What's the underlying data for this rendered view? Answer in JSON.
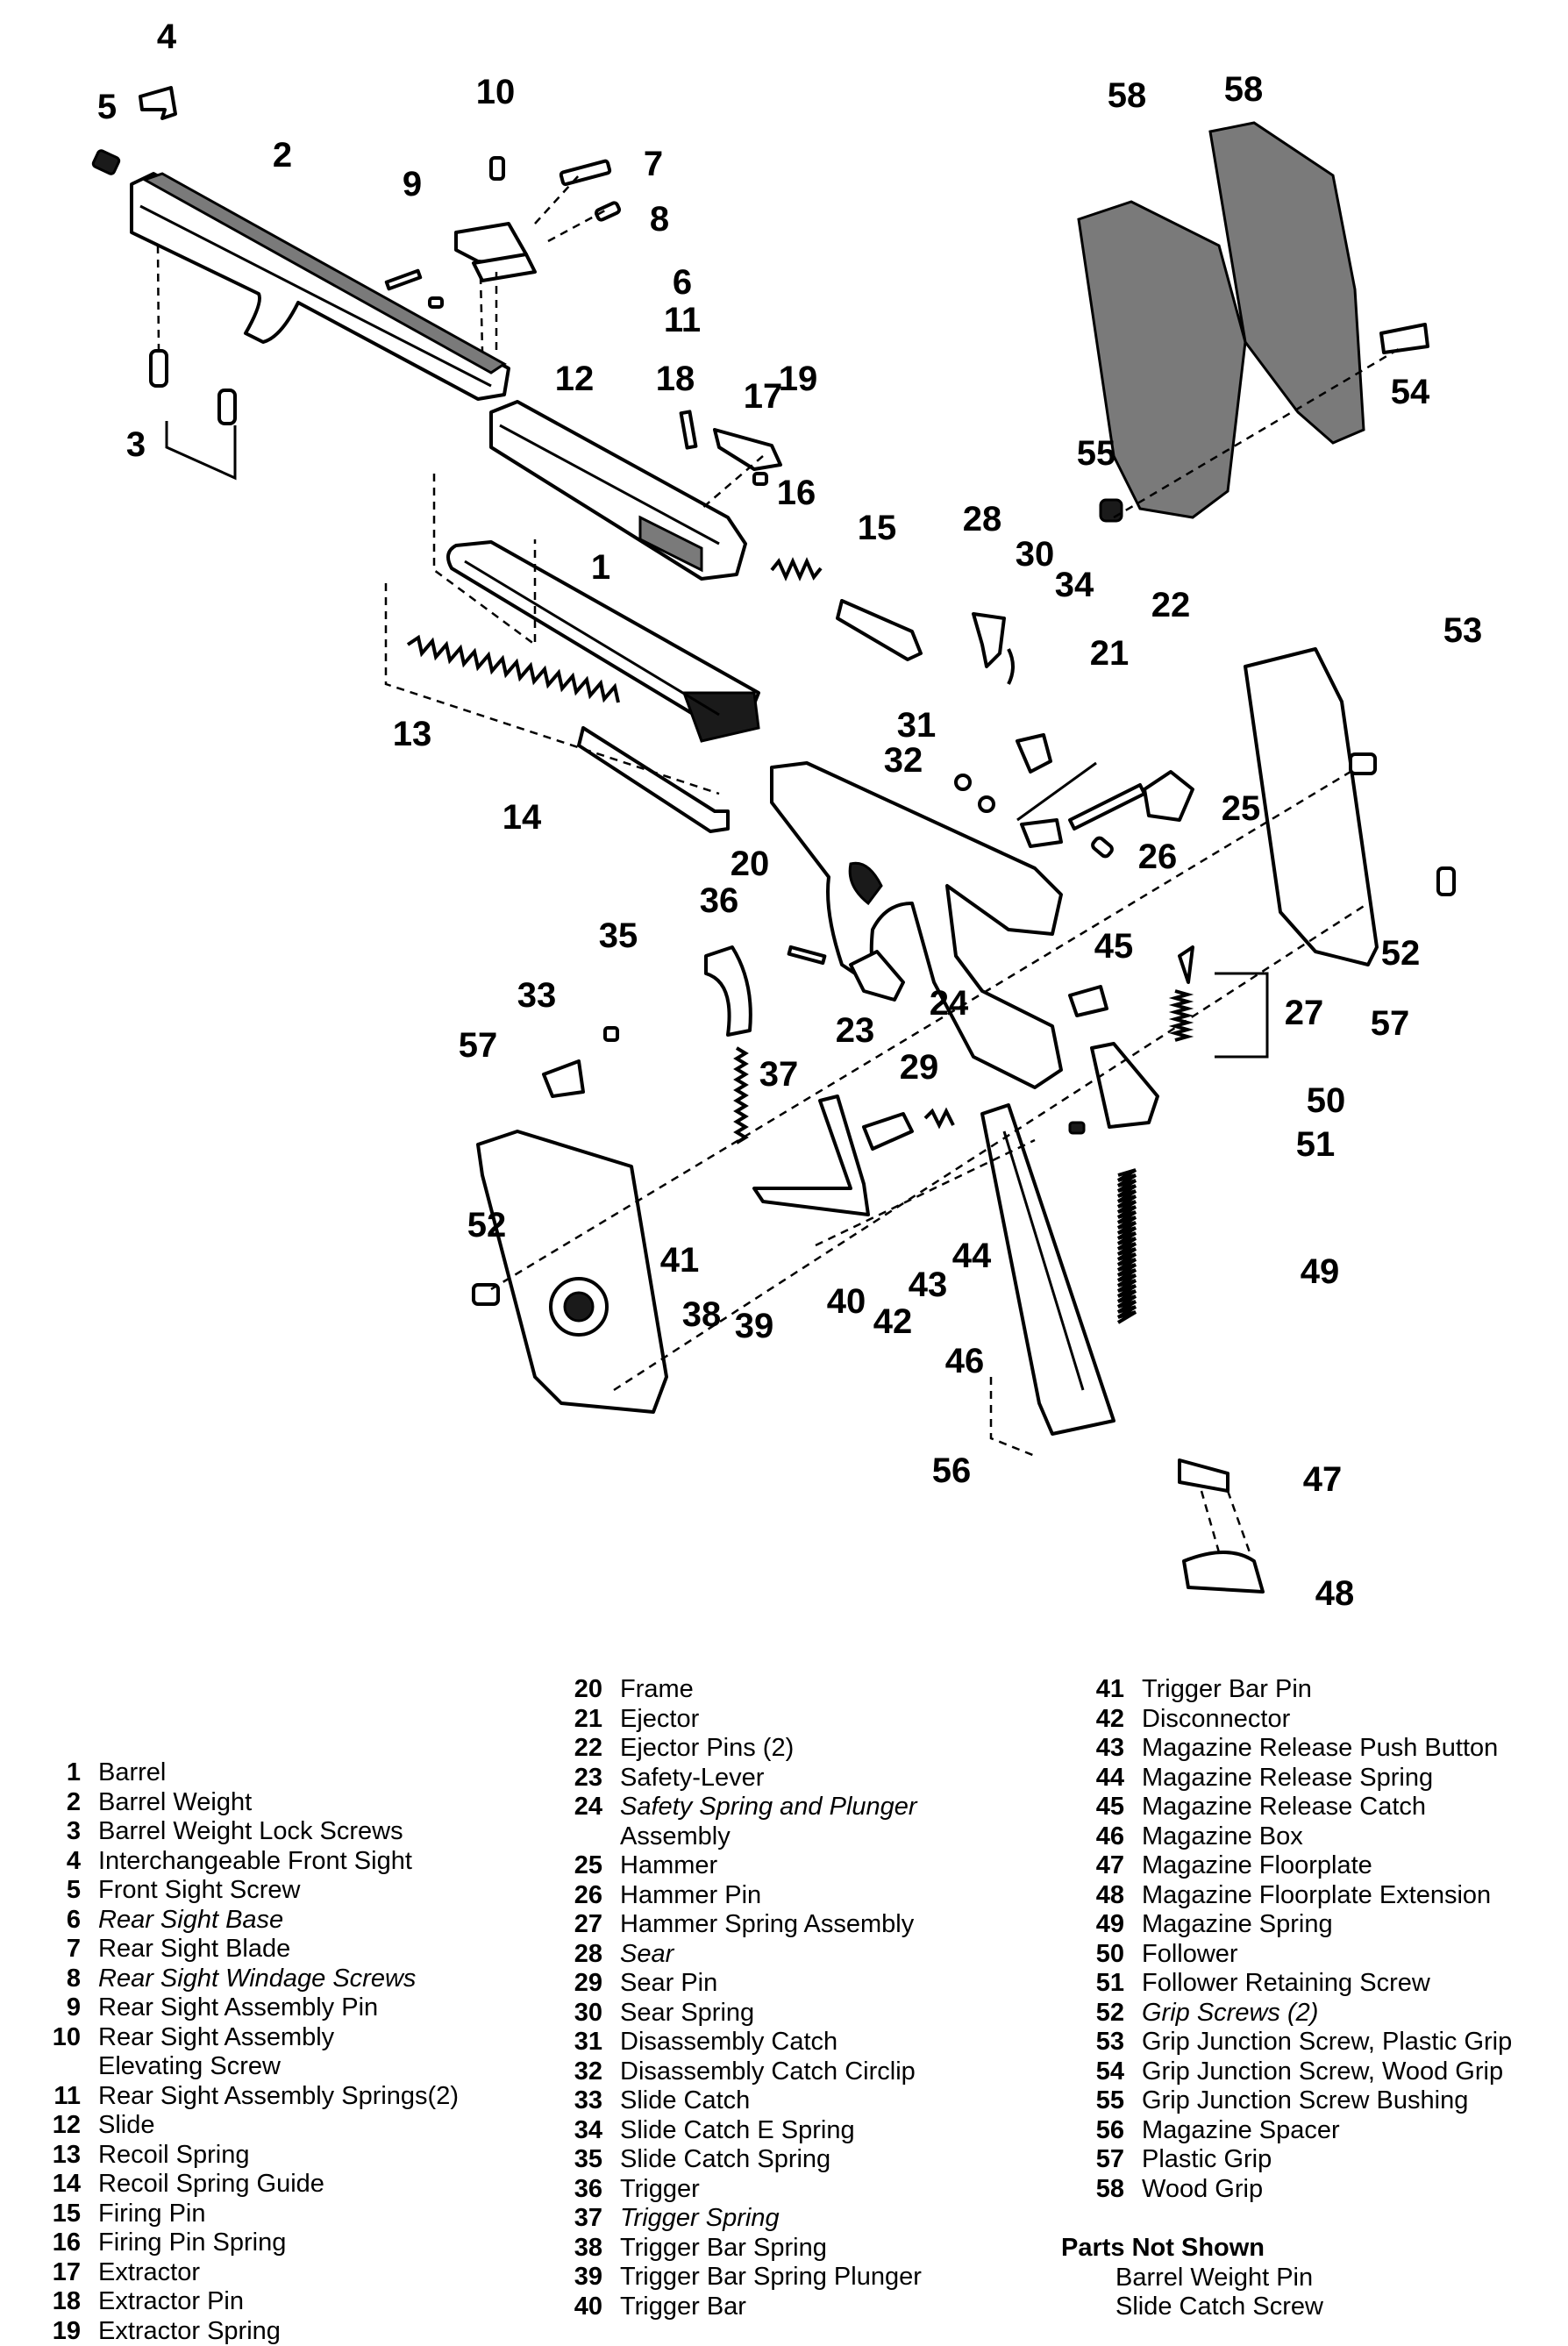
{
  "callouts": [
    "1",
    "2",
    "3",
    "4",
    "5",
    "6",
    "7",
    "8",
    "9",
    "10",
    "11",
    "12",
    "13",
    "14",
    "15",
    "16",
    "17",
    "18",
    "19",
    "20",
    "21",
    "22",
    "23",
    "24",
    "25",
    "26",
    "27",
    "28",
    "29",
    "30",
    "31",
    "32",
    "33",
    "34",
    "35",
    "36",
    "37",
    "38",
    "39",
    "40",
    "41",
    "42",
    "43",
    "44",
    "45",
    "46",
    "47",
    "48",
    "49",
    "50",
    "51",
    "52",
    "52",
    "53",
    "54",
    "55",
    "56",
    "57",
    "57",
    "58",
    "58"
  ],
  "legend": {
    "col1": [
      {
        "num": "1",
        "label": "Barrel",
        "italic": false
      },
      {
        "num": "2",
        "label": "Barrel Weight",
        "italic": false
      },
      {
        "num": "3",
        "label": "Barrel Weight Lock Screws",
        "italic": false
      },
      {
        "num": "4",
        "label": "Interchangeable Front Sight",
        "italic": false
      },
      {
        "num": "5",
        "label": "Front Sight Screw",
        "italic": false
      },
      {
        "num": "6",
        "label": "Rear Sight Base",
        "italic": true
      },
      {
        "num": "7",
        "label": "Rear Sight Blade",
        "italic": false
      },
      {
        "num": "8",
        "label": "Rear Sight Windage Screws",
        "italic": true
      },
      {
        "num": "9",
        "label": "Rear Sight Assembly Pin",
        "italic": false
      },
      {
        "num": "10",
        "label": "Rear Sight Assembly",
        "cont": "Elevating Screw",
        "italic": false
      },
      {
        "num": "11",
        "label": "Rear Sight Assembly Springs(2)",
        "italic": false
      },
      {
        "num": "12",
        "label": "Slide",
        "italic": false
      },
      {
        "num": "13",
        "label": "Recoil Spring",
        "italic": false
      },
      {
        "num": "14",
        "label": "Recoil Spring Guide",
        "italic": false
      },
      {
        "num": "15",
        "label": "Firing Pin",
        "italic": false
      },
      {
        "num": "16",
        "label": "Firing Pin Spring",
        "italic": false
      },
      {
        "num": "17",
        "label": "Extractor",
        "italic": false
      },
      {
        "num": "18",
        "label": "Extractor Pin",
        "italic": false
      },
      {
        "num": "19",
        "label": "Extractor Spring",
        "italic": false
      }
    ],
    "col2": [
      {
        "num": "20",
        "label": "Frame",
        "italic": false
      },
      {
        "num": "21",
        "label": "Ejector",
        "italic": false
      },
      {
        "num": "22",
        "label": "Ejector Pins (2)",
        "italic": false
      },
      {
        "num": "23",
        "label": "Safety-Lever",
        "italic": false
      },
      {
        "num": "24",
        "label": "Safety Spring and Plunger",
        "cont": "Assembly",
        "italic": true
      },
      {
        "num": "25",
        "label": "Hammer",
        "italic": false
      },
      {
        "num": "26",
        "label": "Hammer Pin",
        "italic": false
      },
      {
        "num": "27",
        "label": "Hammer Spring Assembly",
        "italic": false
      },
      {
        "num": "28",
        "label": "Sear",
        "italic": true
      },
      {
        "num": "29",
        "label": "Sear Pin",
        "italic": false
      },
      {
        "num": "30",
        "label": "Sear Spring",
        "italic": false
      },
      {
        "num": "31",
        "label": "Disassembly Catch",
        "italic": false
      },
      {
        "num": "32",
        "label": "Disassembly Catch Circlip",
        "italic": false
      },
      {
        "num": "33",
        "label": "Slide Catch",
        "italic": false
      },
      {
        "num": "34",
        "label": "Slide Catch E Spring",
        "italic": false
      },
      {
        "num": "35",
        "label": "Slide Catch Spring",
        "italic": false
      },
      {
        "num": "36",
        "label": "Trigger",
        "italic": false
      },
      {
        "num": "37",
        "label": "Trigger Spring",
        "italic": true
      },
      {
        "num": "38",
        "label": "Trigger Bar Spring",
        "italic": false
      },
      {
        "num": "39",
        "label": "Trigger Bar Spring Plunger",
        "italic": false
      },
      {
        "num": "40",
        "label": "Trigger Bar",
        "italic": false
      }
    ],
    "col3": [
      {
        "num": "41",
        "label": "Trigger Bar Pin",
        "italic": false
      },
      {
        "num": "42",
        "label": "Disconnector",
        "italic": false
      },
      {
        "num": "43",
        "label": "Magazine Release Push Button",
        "italic": false
      },
      {
        "num": "44",
        "label": "Magazine Release Spring",
        "italic": false
      },
      {
        "num": "45",
        "label": "Magazine Release Catch",
        "italic": false
      },
      {
        "num": "46",
        "label": "Magazine Box",
        "italic": false
      },
      {
        "num": "47",
        "label": "Magazine Floorplate",
        "italic": false
      },
      {
        "num": "48",
        "label": "Magazine Floorplate Extension",
        "italic": false
      },
      {
        "num": "49",
        "label": "Magazine Spring",
        "italic": false
      },
      {
        "num": "50",
        "label": "Follower",
        "italic": false
      },
      {
        "num": "51",
        "label": "Follower Retaining Screw",
        "italic": false
      },
      {
        "num": "52",
        "label": "Grip Screws (2)",
        "italic": true
      },
      {
        "num": "53",
        "label": "Grip Junction Screw, Plastic Grip",
        "italic": false
      },
      {
        "num": "54",
        "label": "Grip Junction Screw, Wood Grip",
        "italic": false
      },
      {
        "num": "55",
        "label": "Grip Junction Screw Bushing",
        "italic": false
      },
      {
        "num": "56",
        "label": "Magazine Spacer",
        "italic": false
      },
      {
        "num": "57",
        "label": "Plastic Grip",
        "italic": false
      },
      {
        "num": "58",
        "label": "Wood Grip",
        "italic": false
      }
    ],
    "not_shown_header": "Parts Not Shown",
    "not_shown": [
      "Barrel Weight Pin",
      "Slide Catch Screw"
    ]
  }
}
